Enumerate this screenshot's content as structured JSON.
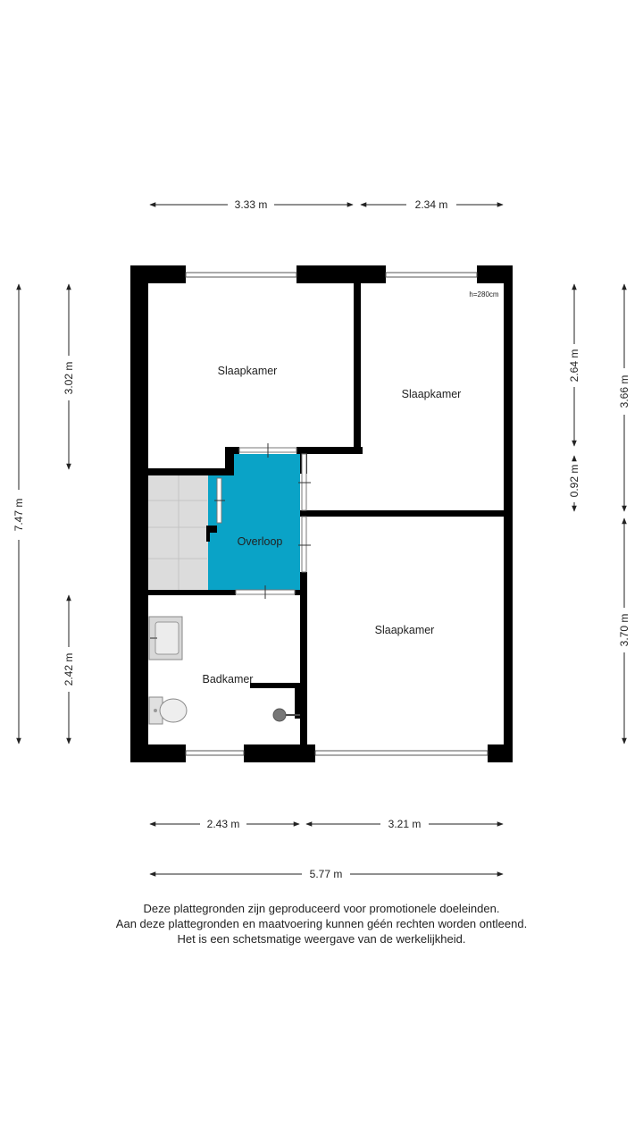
{
  "dimensions": {
    "top_left": "3.33 m",
    "top_right": "2.34 m",
    "bottom_left": "2.43 m",
    "bottom_right": "3.21 m",
    "bottom_total": "5.77 m",
    "left_total": "7.47 m",
    "left_upper": "3.02 m",
    "left_lower": "2.42 m",
    "right_upper": "2.64 m",
    "right_middle": "0.92 m",
    "right_lower": "3.70 m",
    "right_outer_upper": "3.66 m"
  },
  "ceiling_height": "h=280cm",
  "rooms": {
    "bedroom_top_left": "Slaapkamer",
    "bedroom_top_right": "Slaapkamer",
    "bedroom_bottom_right": "Slaapkamer",
    "landing": "Overloop",
    "bathroom": "Badkamer"
  },
  "colors": {
    "landing_fill": "#0aa3c7",
    "stairs_fill": "#dcdcdc",
    "wall": "#000000"
  },
  "disclaimer": [
    "Deze plattegronden zijn geproduceerd voor promotionele doeleinden.",
    "Aan deze plattegronden en maatvoering kunnen géén rechten worden ontleend.",
    "Het is een schetsmatige weergave van de werkelijkheid."
  ]
}
